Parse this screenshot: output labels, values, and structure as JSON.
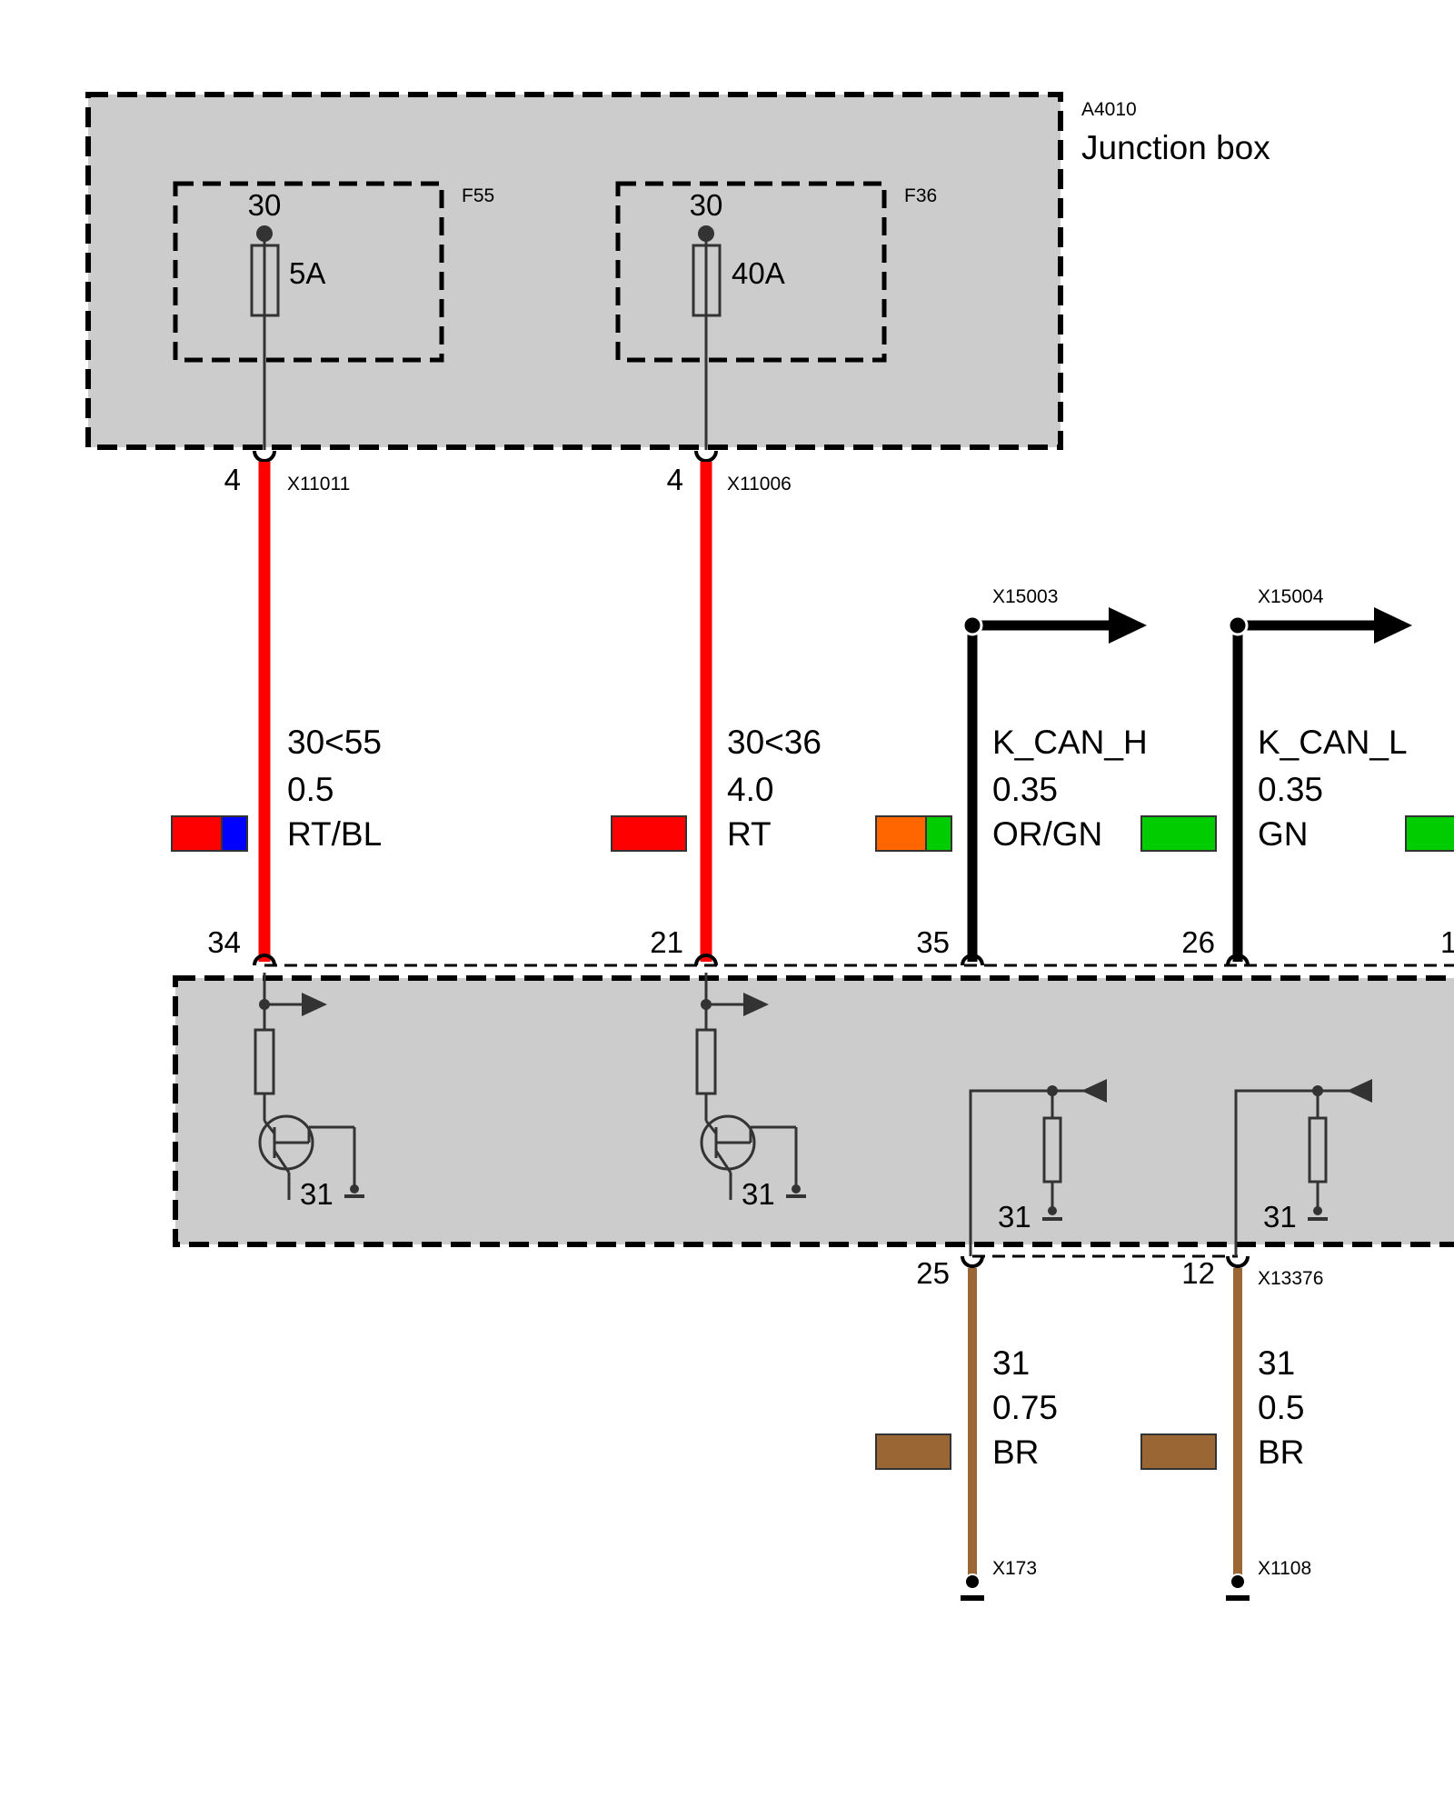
{
  "junction_box": {
    "id": "A4010",
    "title": "Junction box",
    "fuses": [
      {
        "id": "F55",
        "terminal": "30",
        "rating": "5A",
        "pin": "4",
        "connector": "X11011"
      },
      {
        "id": "F36",
        "terminal": "30",
        "rating": "40A",
        "pin": "4",
        "connector": "X11006"
      }
    ]
  },
  "wires": [
    {
      "signal": "30<55",
      "size": "0.5",
      "color_code": "RT/BL",
      "colors": [
        "#ff0000",
        "#0000ff"
      ],
      "wire_color": "#ff0000",
      "module_pin": "34"
    },
    {
      "signal": "30<36",
      "size": "4.0",
      "color_code": "RT",
      "colors": [
        "#ff0000"
      ],
      "wire_color": "#ff0000",
      "module_pin": "21"
    },
    {
      "signal": "K_CAN_H",
      "size": "0.35",
      "color_code": "OR/GN",
      "colors": [
        "#ff6600",
        "#00cc00"
      ],
      "wire_color": "#000000",
      "module_pin": "35",
      "connector": "X15003"
    },
    {
      "signal": "K_CAN_L",
      "size": "0.35",
      "color_code": "GN",
      "colors": [
        "#00cc00"
      ],
      "wire_color": "#000000",
      "module_pin": "26",
      "connector": "X15004"
    }
  ],
  "extra_color_swatch": [
    "#00cc00"
  ],
  "extra_pin_partial": "1",
  "module": {
    "ground_labels": [
      "31",
      "31",
      "31",
      "31"
    ]
  },
  "ground_wires": [
    {
      "module_pin": "25",
      "signal": "31",
      "size": "0.75",
      "color_code": "BR",
      "colors": [
        "#9a6633"
      ],
      "wire_color": "#9a6633",
      "ground_connector": "X173"
    },
    {
      "module_pin": "12",
      "signal": "31",
      "size": "0.5",
      "color_code": "BR",
      "colors": [
        "#9a6633"
      ],
      "wire_color": "#9a6633",
      "ground_connector": "X1108",
      "module_connector": "X13376"
    }
  ],
  "colors": {
    "box_fill": "#cccccc",
    "line": "#000000",
    "component_stroke": "#333333"
  }
}
